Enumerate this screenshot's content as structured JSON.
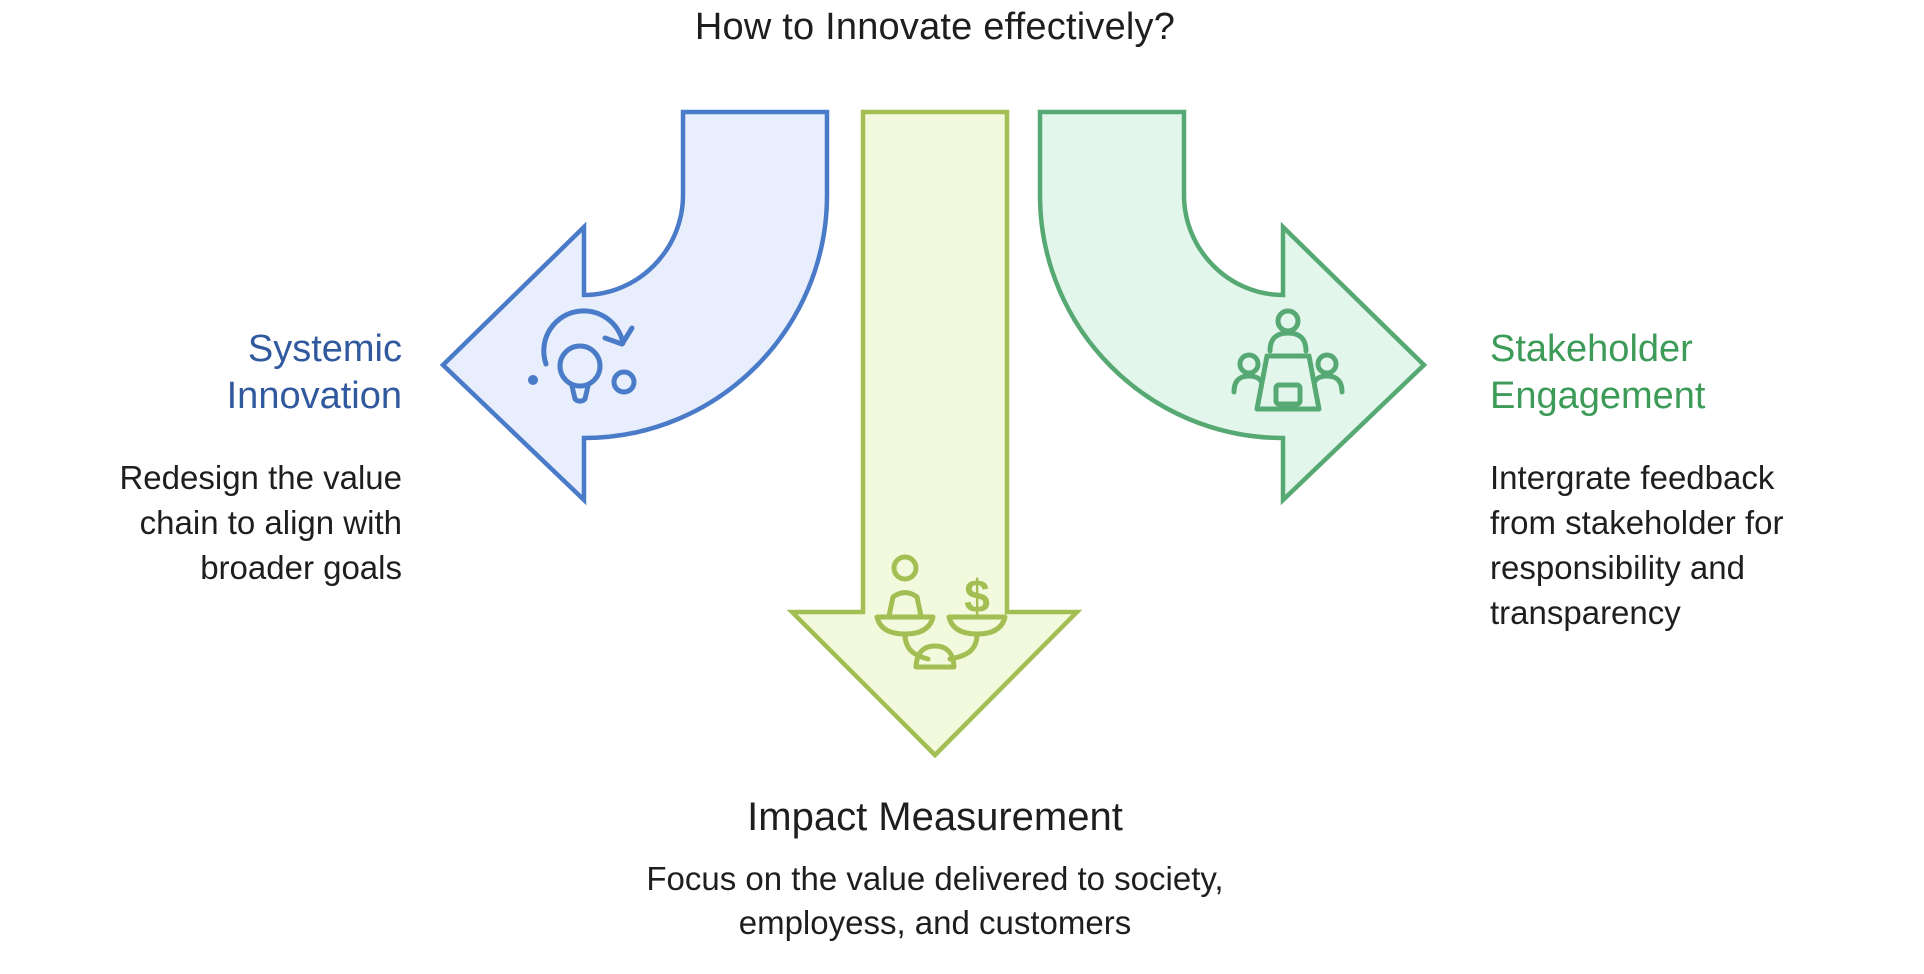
{
  "title": "How to Innovate effectively?",
  "background": "#ffffff",
  "text_color": "#1e1e1e",
  "sections": {
    "systemic_innovation": {
      "heading": "Systemic\nInnovation",
      "heading_color": "#315a9e",
      "body": "Redesign the value\nchain to align with\nbroader goals",
      "arrow_direction": "left",
      "arrow_stroke": "#4a7bc9",
      "arrow_fill": "#e8eefb",
      "icon": "lightbulb-refresh-icon"
    },
    "impact_measurement": {
      "heading": "Impact Measurement",
      "body": "Focus on the value delivered to society,\nemployess, and customers",
      "arrow_direction": "down",
      "arrow_stroke": "#a3bf54",
      "arrow_fill": "#f3f9dc",
      "icon": "balance-scale-person-dollar-icon",
      "dollar_symbol": "$"
    },
    "stakeholder_engagement": {
      "heading": "Stakeholder\nEngagement",
      "heading_color": "#3d9b58",
      "body": "Intergrate feedback\nfrom stakeholder for\nresponsibility and\ntransparency",
      "arrow_direction": "right",
      "arrow_stroke": "#57a974",
      "arrow_fill": "#e3f6eb",
      "icon": "people-meeting-icon"
    }
  }
}
